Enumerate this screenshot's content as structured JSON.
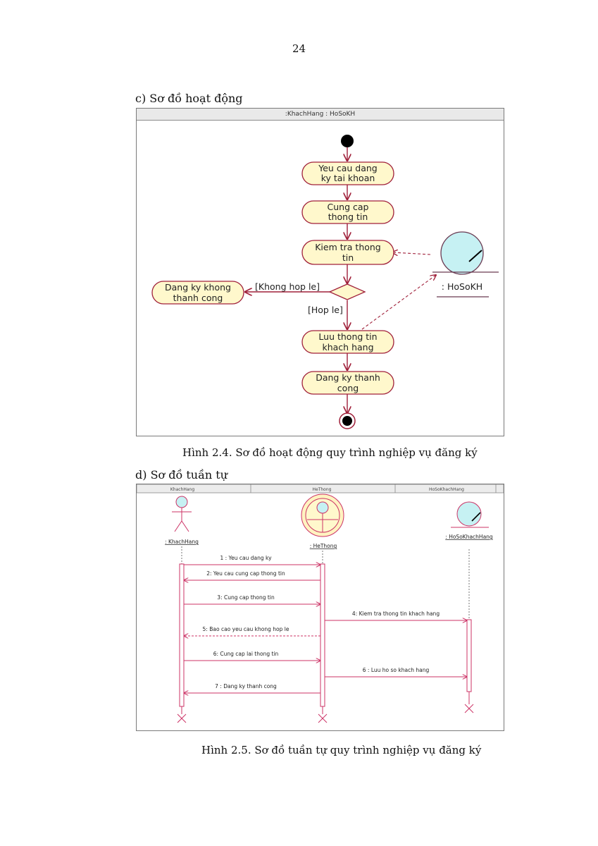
{
  "page_number": "24",
  "section_c": {
    "heading": "c) Sơ đồ hoạt động",
    "title_bar": ":KhachHang : HoSoKH",
    "nodes": {
      "n1": [
        "Yeu cau dang",
        "ky tai khoan"
      ],
      "n2": [
        "Cung cap",
        "thong tin"
      ],
      "n3": [
        "Kiem tra thong",
        "tin"
      ],
      "n4": [
        "Luu thong tin",
        "khach hang"
      ],
      "n5": [
        "Dang ky thanh",
        "cong"
      ],
      "fail": [
        "Dang ky khong",
        "thanh cong"
      ]
    },
    "guard_invalid": "[Khong hop le]",
    "guard_valid": "[Hop le]",
    "object_label": ": HoSoKH",
    "caption": "Hình 2.4. Sơ đồ hoạt động quy trình nghiệp vụ đăng ký"
  },
  "section_d": {
    "heading": "d) Sơ đồ tuần tự",
    "columns": [
      "KhachHang",
      "HeThong",
      "HoSoKhachHang"
    ],
    "lifelines": {
      "actor": ": KhachHang",
      "control": ": HeThong",
      "entity": ": HoSoKhachHang"
    },
    "messages": [
      "1 : Yeu cau dang ky",
      "2: Yeu cau cung cap thong tin",
      "3: Cung cap thong tin",
      "4: Kiem tra thong tin khach hang",
      "5: Bao cao yeu cau khong hop le",
      "6: Cung cap lai thong tin",
      "6 : Luu ho so khach hang",
      "7 : Dang ky thanh cong"
    ],
    "caption": "Hình 2.5. Sơ đồ tuần tự quy trình nghiệp vụ đăng ký"
  },
  "colors": {
    "node_fill": "#fff8cc",
    "node_stroke": "#a0203a",
    "edge": "#a0203a",
    "object_fill": "#c6f1f3",
    "lifeline": "#cc3366"
  }
}
